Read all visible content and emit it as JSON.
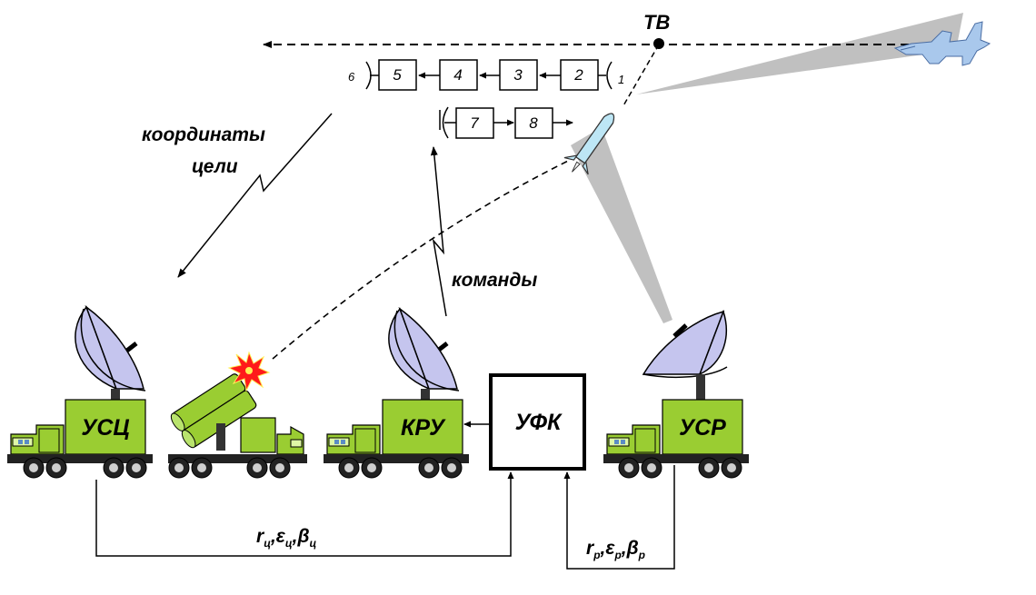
{
  "labels": {
    "tv": "ТВ",
    "target_coords_line1": "координаты",
    "target_coords_line2": "цели",
    "commands": "команды",
    "usc": "УСЦ",
    "kru": "КРУ",
    "ufk": "УФК",
    "usr": "УСР"
  },
  "signal_target": {
    "r": "r",
    "e": "ε",
    "b": "β",
    "sub": "ц"
  },
  "signal_rocket": {
    "r": "r",
    "e": "ε",
    "b": "β",
    "sub": "р"
  },
  "chain_upper": [
    "5",
    "4",
    "3",
    "2"
  ],
  "chain_upper_ends": {
    "left": "6",
    "right": "1"
  },
  "chain_lower": [
    "7",
    "8"
  ],
  "colors": {
    "truck": "#9acd32",
    "dish": "#c5c5ee",
    "beam": "#c0c0c0",
    "aircraft": "#a9c8ec",
    "rocket": "#bde6f5",
    "burst": "#ff1a1a"
  }
}
